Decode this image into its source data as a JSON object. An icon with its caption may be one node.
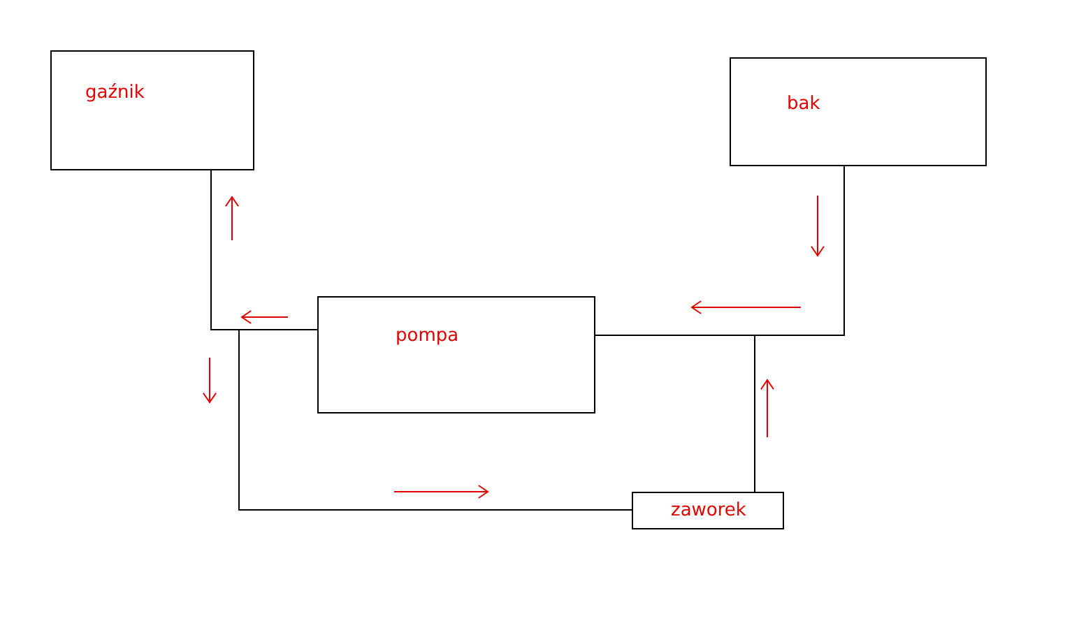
{
  "diagram": {
    "nodes": [
      {
        "text": [
          "gaźnik"
        ]
      },
      {
        "text": [
          "bak"
        ]
      },
      {
        "text": [
          "pompa"
        ]
      },
      {
        "text": [
          "zaworek"
        ]
      }
    ],
    "edges": [
      {
        "from": 1,
        "to": 2,
        "arrow": "none"
      },
      {
        "from": 2,
        "to": 0,
        "arrow": "none"
      },
      {
        "from": 2,
        "to": 3,
        "arrow": "none"
      },
      {
        "from": 3,
        "to": 2,
        "arrow": "none"
      }
    ]
  }
}
